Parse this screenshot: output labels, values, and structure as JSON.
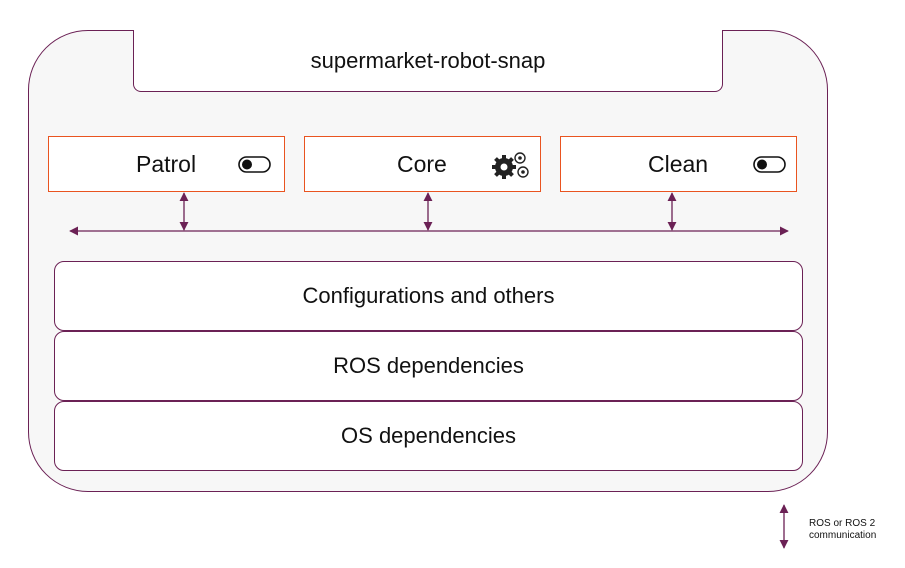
{
  "snap": {
    "title": "supermarket-robot-snap"
  },
  "apps": [
    {
      "label": "Patrol",
      "icon": "toggle-icon"
    },
    {
      "label": "Core",
      "icon": "gears-icon"
    },
    {
      "label": "Clean",
      "icon": "toggle-icon"
    }
  ],
  "layers": [
    {
      "label": "Configurations and others"
    },
    {
      "label": "ROS dependencies"
    },
    {
      "label": "OS dependencies"
    }
  ],
  "legend": {
    "label": "ROS or ROS 2 communication"
  },
  "colors": {
    "border": "#6b2155",
    "accent": "#e95420",
    "background": "#f7f7f7"
  }
}
